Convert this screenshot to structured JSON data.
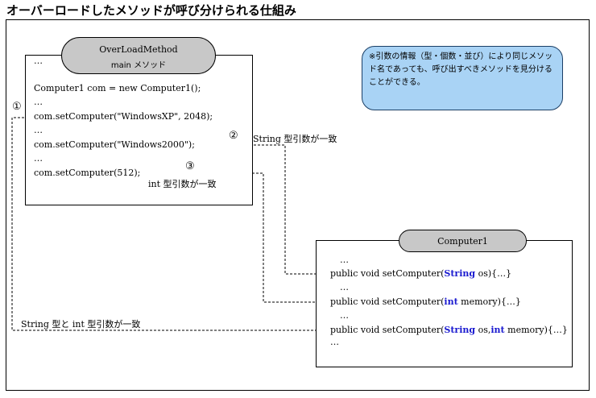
{
  "title": "オーバーロードしたメソッドが呼び分けられる仕組み",
  "main_box": {
    "header_line1": "OverLoadMethod",
    "header_line2": "main メソッド",
    "lines": [
      "…",
      "Computer1 com = new Computer1();",
      "…",
      "com.setComputer(\"WindowsXP\", 2048);",
      "…",
      "com.setComputer(\"Windows2000\");",
      "…",
      "com.setComputer(512);"
    ]
  },
  "note": "※引数の情報（型・個数・並び）により同じメソッド名であっても、呼び出すべきメソッドを見分けることができる。",
  "computer_box": {
    "header": "Computer1",
    "ellipsis": "…",
    "methods": [
      {
        "prefix": "public void setComputer(",
        "kw1": "String",
        "mid": " os",
        "kw2": "",
        "suffix": "){…}"
      },
      {
        "prefix": "public void setComputer(",
        "kw1": "int",
        "mid": " memory",
        "kw2": "",
        "suffix": "){…}"
      },
      {
        "prefix": "public void setComputer(",
        "kw1": "String",
        "mid": " os,",
        "kw2": "int",
        "suffix": " memory){…}"
      }
    ]
  },
  "markers": {
    "m1": "①",
    "m2": "②",
    "m3": "③"
  },
  "labels": {
    "string_match": "String 型引数が一致",
    "int_match": "int 型引数が一致",
    "both_match": "String 型と int 型引数が一致"
  }
}
